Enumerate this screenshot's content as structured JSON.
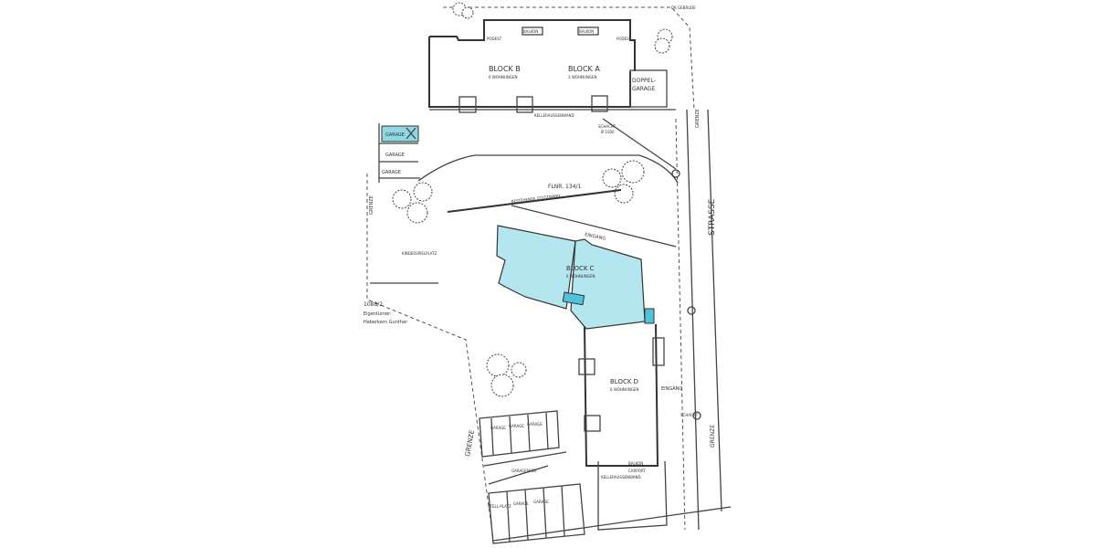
{
  "colors": {
    "highlight": "#b4e6ef",
    "highlight_dark": "#4fc3dc",
    "line": "#444444"
  },
  "labels": {
    "block_b": "BLOCK B",
    "block_b_units": "6 WOHNUNGEN",
    "block_a": "BLOCK A",
    "block_a_units": "3 WOHNUNGEN",
    "block_c": "BLOCK C",
    "block_c_units": "6 WOHNUNGEN",
    "block_d": "BLOCK D",
    "block_d_units": "6 WOHNUNGEN",
    "doppelgarage_1": "DOPPEL-",
    "doppelgarage_2": "GARAGE",
    "balkon": "BALKON",
    "podest": "PODEST",
    "kellerausgenwand": "KELLERAUSSENWAND",
    "schacht": "SCHACHT",
    "schacht_dim": "Ø 1000",
    "garage": "GARAGE",
    "flnr": "FLNR. 134/1",
    "stuetzwand": "BESTEHENDE STÜTZWAND",
    "eingang": "EINGANG",
    "kinderspielplatz": "KINDERSPIELPLATZ",
    "parcel": "1088/2",
    "owner_label": "Eigentümer:",
    "owner_name": "Haberkern Gunther",
    "strasse": "STRASSE",
    "grenze": "GRENZE",
    "stellplatz": "STELL-PLATZ",
    "garagenhof": "GARAGENHOF",
    "carport": "CARPORT",
    "dk": "DK GEBÄUDE"
  }
}
